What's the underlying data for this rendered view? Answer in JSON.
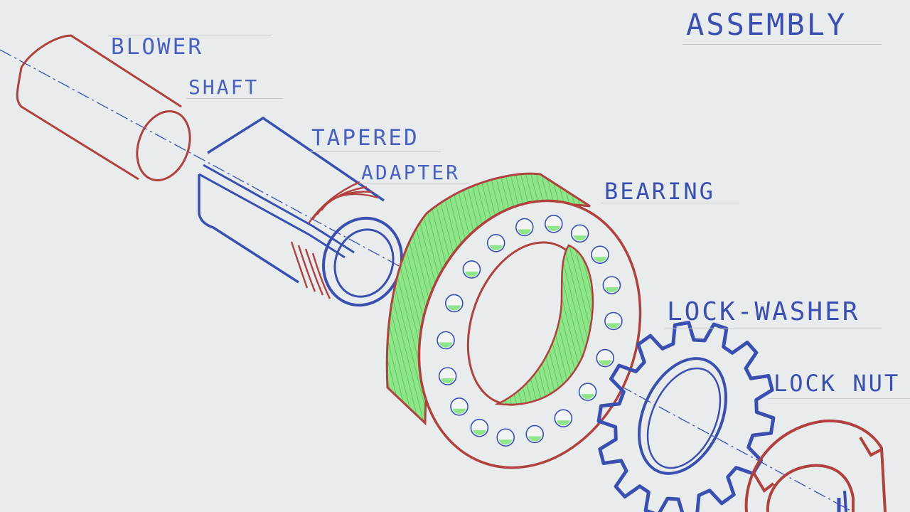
{
  "title": "ASSEMBLY",
  "labels": {
    "blower": "BLOWER",
    "shaft": "SHAFT",
    "tapered": "TAPERED",
    "adapter": "ADAPTER",
    "bearing": "BEARING",
    "lock_washer": "LOCK-WASHER",
    "lock_nut": "LOCK NUT"
  },
  "colors": {
    "ink_blue": "#3a4fb0",
    "ink_red": "#b0413e",
    "fill_green": "#7fe07a",
    "paper": "#e9ecec"
  }
}
